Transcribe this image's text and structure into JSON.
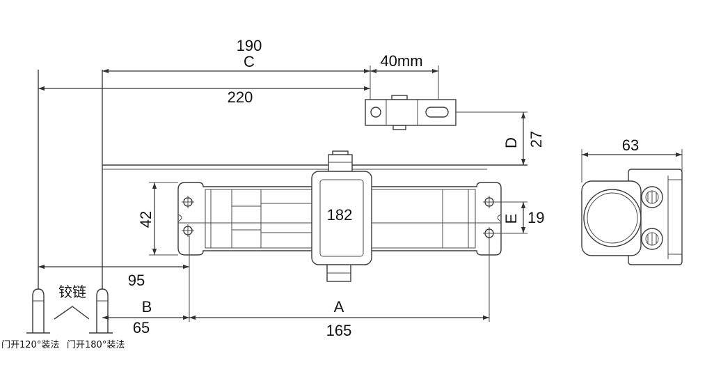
{
  "dimensions": {
    "c_value": "190",
    "c_label": "C",
    "bracket_offset": "40mm",
    "total_value": "220",
    "d_label": "D",
    "d_value": "27",
    "side_width": "63",
    "body_height": "42",
    "body_length": "182",
    "e_label": "E",
    "e_value": "19",
    "hinge_offset": "95",
    "b_label": "B",
    "b_value": "65",
    "a_label": "A",
    "a_value": "165"
  },
  "hinge": {
    "label": "铰链",
    "install_120": "门开120°装法",
    "install_180": "门开180°装法"
  },
  "colors": {
    "line": "#3a3a3a",
    "text": "#111111",
    "background": "#ffffff"
  }
}
